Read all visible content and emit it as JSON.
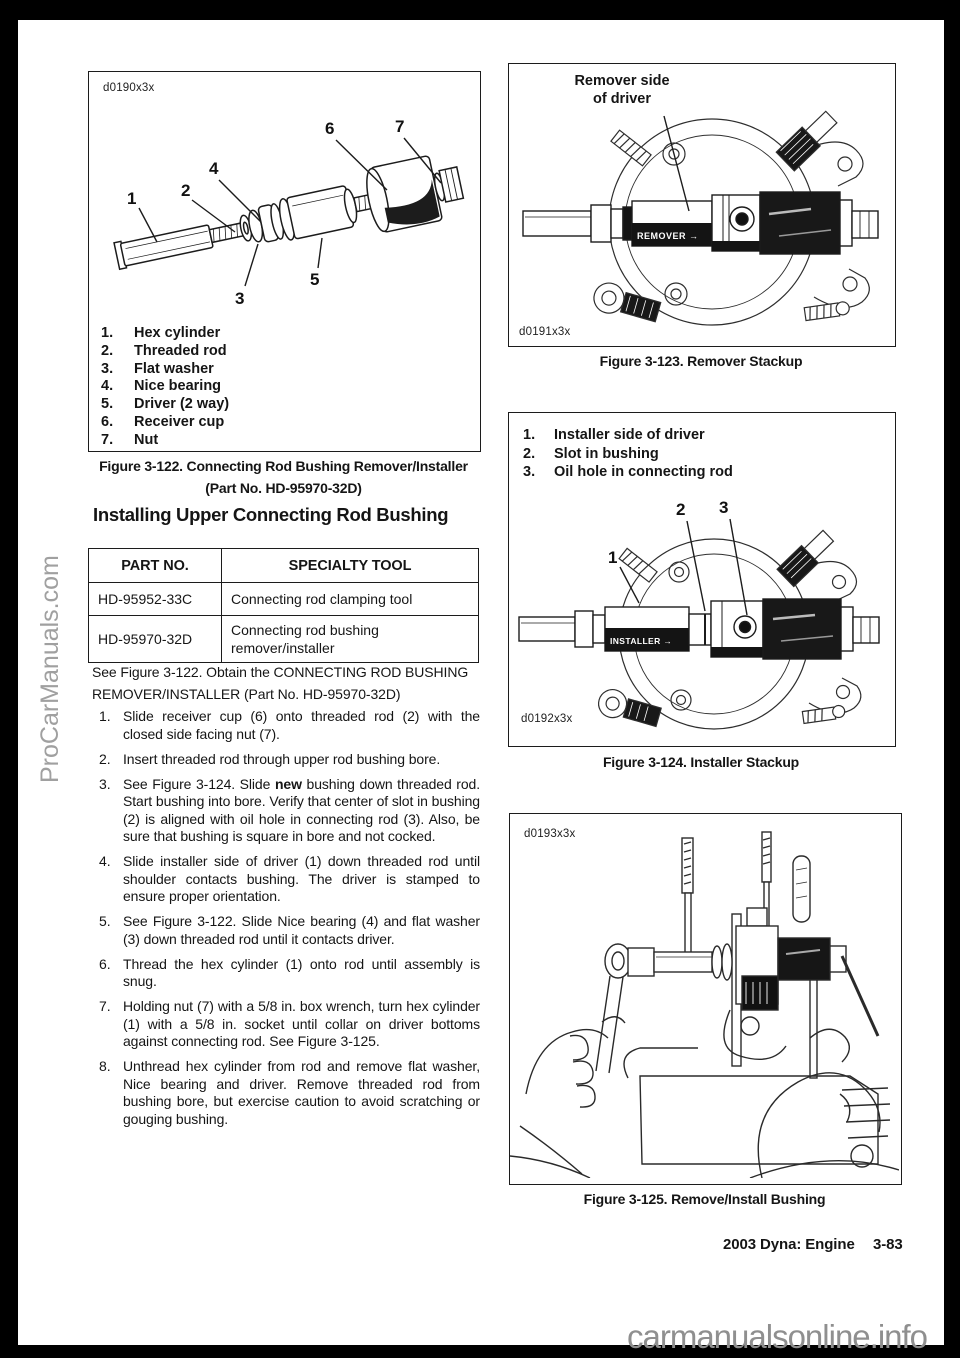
{
  "watermarks": {
    "left": "ProCarManuals.com",
    "bottom": "carmanualsonline.info"
  },
  "figure_122": {
    "image_code": "d0190x3x",
    "callouts": [
      "1",
      "2",
      "3",
      "4",
      "5",
      "6",
      "7"
    ],
    "parts": [
      {
        "num": "1.",
        "label": "Hex cylinder"
      },
      {
        "num": "2.",
        "label": "Threaded rod"
      },
      {
        "num": "3.",
        "label": "Flat washer"
      },
      {
        "num": "4.",
        "label": "Nice bearing"
      },
      {
        "num": "5.",
        "label": "Driver (2 way)"
      },
      {
        "num": "6.",
        "label": "Receiver cup"
      },
      {
        "num": "7.",
        "label": "Nut"
      }
    ],
    "caption_line1": "Figure 3-122. Connecting Rod Bushing Remover/Installer",
    "caption_line2": "(Part No. HD-95970-32D)"
  },
  "section": {
    "heading": "Installing Upper Connecting Rod Bushing",
    "table": {
      "headers": [
        "PART NO.",
        "SPECIALTY TOOL"
      ],
      "rows": [
        [
          "HD-95952-33C",
          "Connecting rod clamping tool"
        ],
        [
          "HD-95970-32D",
          "Connecting rod bushing remover/installer"
        ]
      ]
    },
    "intro": "See Figure 3-122. Obtain the CONNECTING ROD BUSHING REMOVER/INSTALLER (Part No. HD-95970-32D)",
    "steps": [
      {
        "num": "1.",
        "text": "Slide receiver cup (6) onto threaded rod (2) with the closed side facing nut (7)."
      },
      {
        "num": "2.",
        "text": "Insert threaded rod through upper rod bushing bore."
      },
      {
        "num": "3.",
        "text": "See Figure 3-124. Slide **new** bushing down threaded rod. Start bushing into bore. Verify that center of slot in bushing (2) is aligned with oil hole in connecting rod (3). Also, be sure that bushing is square in bore and not cocked."
      },
      {
        "num": "4.",
        "text": "Slide installer side of driver (1) down threaded rod until shoulder contacts bushing. The driver is stamped to ensure proper orientation."
      },
      {
        "num": "5.",
        "text": "See Figure 3-122. Slide Nice bearing (4) and flat washer (3) down threaded rod until it contacts driver."
      },
      {
        "num": "6.",
        "text": "Thread the hex cylinder (1) onto rod until assembly is snug."
      },
      {
        "num": "7.",
        "text": "Holding nut (7) with a 5/8 in. box wrench, turn hex cylinder (1) with a 5/8 in. socket until collar on driver bottoms against connecting rod. See Figure 3-125."
      },
      {
        "num": "8.",
        "text": "Unthread hex cylinder from rod and remove flat washer, Nice bearing and driver. Remove threaded rod from bushing bore, but exercise caution to avoid scratching or gouging bushing."
      }
    ]
  },
  "figure_123": {
    "annotation_line1": "Remover side",
    "annotation_line2": "of driver",
    "stamp": "REMOVER →",
    "image_code": "d0191x3x",
    "caption": "Figure 3-123. Remover Stackup"
  },
  "figure_124": {
    "legend": [
      {
        "num": "1.",
        "label": "Installer side of driver"
      },
      {
        "num": "2.",
        "label": "Slot in bushing"
      },
      {
        "num": "3.",
        "label": "Oil hole in connecting rod"
      }
    ],
    "callouts": [
      "1",
      "2",
      "3"
    ],
    "stamp": "INSTALLER →",
    "image_code": "d0192x3x",
    "caption": "Figure 3-124. Installer Stackup"
  },
  "figure_125": {
    "image_code": "d0193x3x",
    "caption": "Figure 3-125. Remove/Install Bushing"
  },
  "footer": {
    "title": "2003 Dyna: Engine",
    "page": "3-83"
  }
}
